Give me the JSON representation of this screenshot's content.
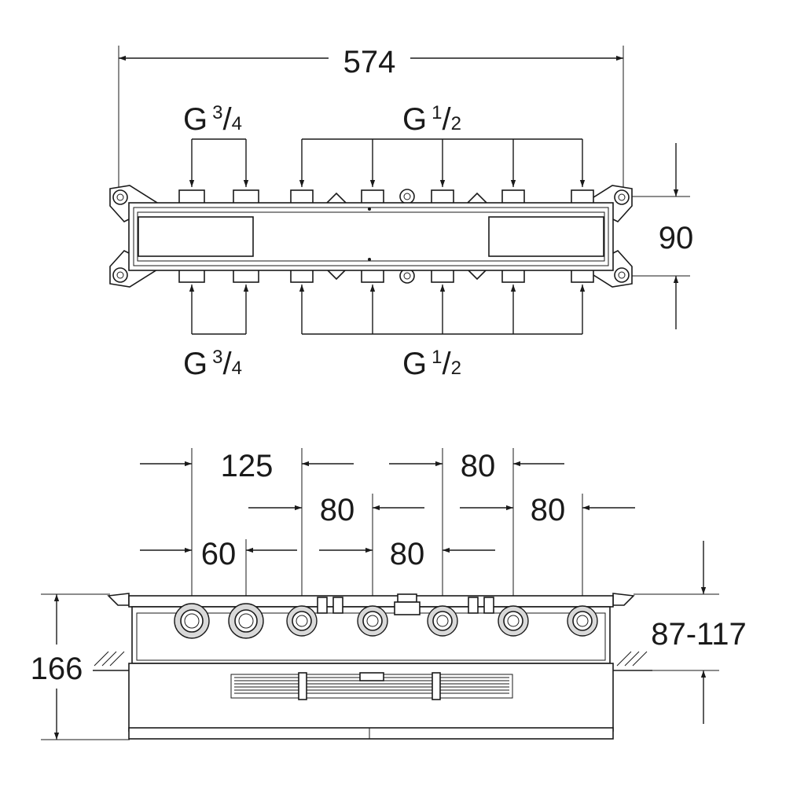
{
  "dimensions": {
    "overall_width": "574",
    "height_top": "90",
    "installation_height": "166",
    "wall_depth": "87-117",
    "spacing_125": "125",
    "spacing_80_a": "80",
    "spacing_80_b": "80",
    "spacing_80_c": "80",
    "spacing_80_d": "80",
    "spacing_60": "60"
  },
  "threads": {
    "top_left": {
      "base": "G",
      "num": "3",
      "den": "4"
    },
    "top_right": {
      "base": "G",
      "num": "1",
      "den": "2"
    },
    "bottom_left": {
      "base": "G",
      "num": "3",
      "den": "4"
    },
    "bottom_right": {
      "base": "G",
      "num": "1",
      "den": "2"
    }
  }
}
